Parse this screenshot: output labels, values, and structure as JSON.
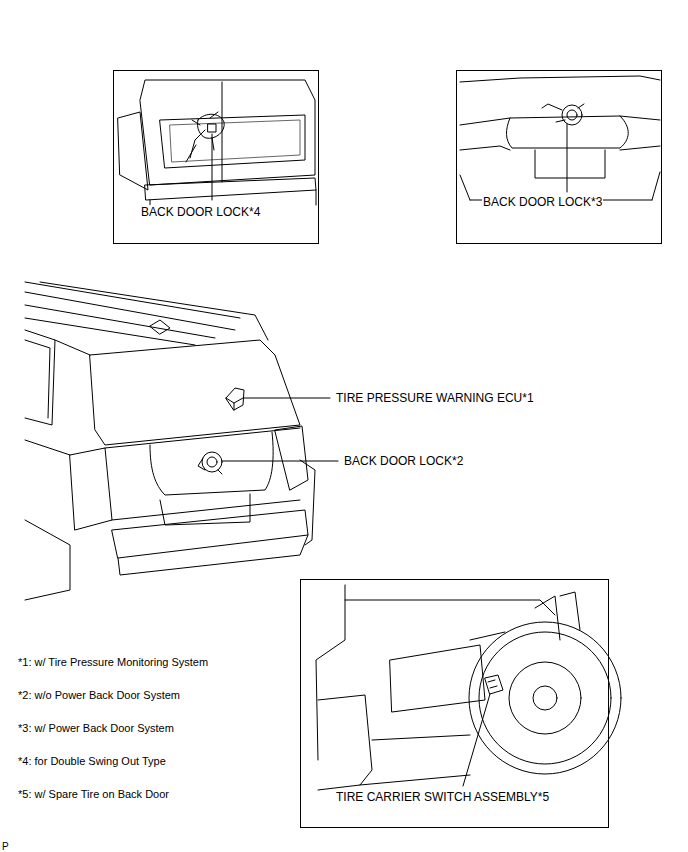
{
  "diagram": {
    "nodes": [
      {
        "text": [
          "BACK DOOR LOCK*4"
        ]
      },
      {
        "text": [
          "BACK DOOR LOCK*3"
        ]
      },
      {
        "text": [
          "TIRE CARRIER SWITCH ASSEMBLY*5"
        ]
      }
    ],
    "labels": [
      "TIRE PRESSURE WARNING ECU*1",
      "BACK DOOR LOCK*2",
      "*1: w/ Tire Pressure Monitoring System",
      "*2: w/o Power Back Door System",
      "*3: w/ Power Back Door System",
      "*4: for Double Swing Out Type",
      "*5: w/ Spare Tire on Back Door",
      "P"
    ]
  }
}
